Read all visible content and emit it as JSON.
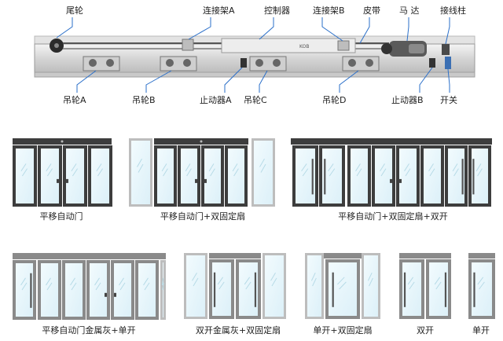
{
  "mechanism": {
    "labels_top": [
      "尾轮",
      "连接架A",
      "控制器",
      "连接架B",
      "皮带",
      "马 达",
      "接线柱"
    ],
    "labels_bottom": [
      "吊轮A",
      "吊轮B",
      "止动器A",
      "吊轮C",
      "吊轮D",
      "止动器B",
      "开关"
    ],
    "controller_brand": "KOB"
  },
  "door_types": [
    {
      "caption": "平移自动门"
    },
    {
      "caption": "平移自动门+双固定扇"
    },
    {
      "caption": "平移自动门+双固定扇+双开"
    },
    {
      "caption": "平移自动门金属灰+单开"
    },
    {
      "caption": "双开金属灰+双固定扇"
    },
    {
      "caption": "单开+双固定扇"
    },
    {
      "caption": "双开"
    },
    {
      "caption": "单开"
    }
  ],
  "colors": {
    "frame_dark": "#3d3d3d",
    "frame_gray": "#8a8a8a",
    "glass": "#e9f6fb",
    "leader": "#2a6fc9"
  }
}
